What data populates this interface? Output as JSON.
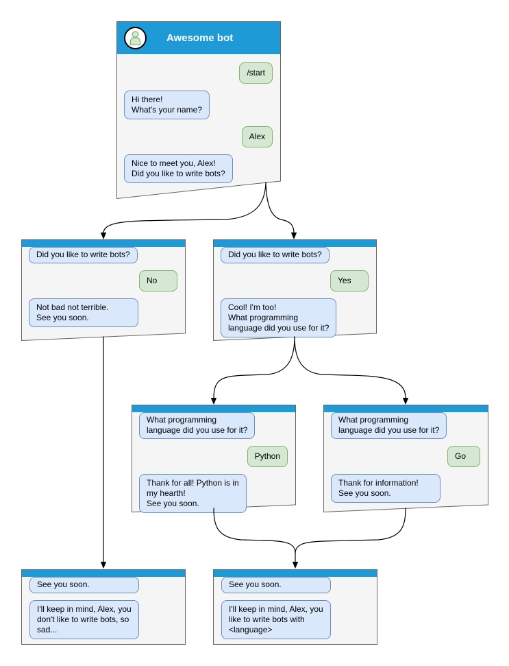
{
  "colors": {
    "header_blue": "#1e9bd7",
    "box_background": "#f5f5f5",
    "box_border": "#666666",
    "bot_bubble_background": "#dae8fc",
    "bot_bubble_border": "#6c8ebf",
    "user_bubble_background": "#d5e8d4",
    "user_bubble_border": "#82b366",
    "connector_color": "#000000"
  },
  "boxes": {
    "start": {
      "title": "Awesome bot",
      "messages": [
        {
          "from": "user",
          "text": "/start"
        },
        {
          "from": "bot",
          "text": "Hi there!\nWhat's your name?"
        },
        {
          "from": "user",
          "text": "Alex"
        },
        {
          "from": "bot",
          "text": "Nice to meet you, Alex!\nDid you like to write bots?"
        }
      ]
    },
    "no_branch": {
      "messages": [
        {
          "from": "bot",
          "text": "Did you like to write bots?"
        },
        {
          "from": "user",
          "text": "No"
        },
        {
          "from": "bot",
          "text": "Not bad not terrible.\nSee you soon."
        }
      ]
    },
    "yes_branch": {
      "messages": [
        {
          "from": "bot",
          "text": "Did you like to write bots?"
        },
        {
          "from": "user",
          "text": "Yes"
        },
        {
          "from": "bot",
          "text": "Cool! I'm too!\nWhat programming\nlanguage did you use for it?"
        }
      ]
    },
    "python_branch": {
      "messages": [
        {
          "from": "bot",
          "text": "What programming\nlanguage did you use for it?"
        },
        {
          "from": "user",
          "text": "Python"
        },
        {
          "from": "bot",
          "text": "Thank for all! Python is in\nmy hearth!\nSee you soon."
        }
      ]
    },
    "go_branch": {
      "messages": [
        {
          "from": "bot",
          "text": "What programming\nlanguage did you use for it?"
        },
        {
          "from": "user",
          "text": "Go"
        },
        {
          "from": "bot",
          "text": "Thank for information!\nSee you soon."
        }
      ]
    },
    "end_no": {
      "messages": [
        {
          "from": "bot",
          "text": "See you soon."
        },
        {
          "from": "bot",
          "text": "I'll keep in mind, Alex, you\ndon't like to write bots, so\nsad..."
        }
      ]
    },
    "end_yes": {
      "messages": [
        {
          "from": "bot",
          "text": "See you soon."
        },
        {
          "from": "bot",
          "text": "I'll keep in mind, Alex, you\nlike to write bots with\n<language>"
        }
      ]
    }
  }
}
